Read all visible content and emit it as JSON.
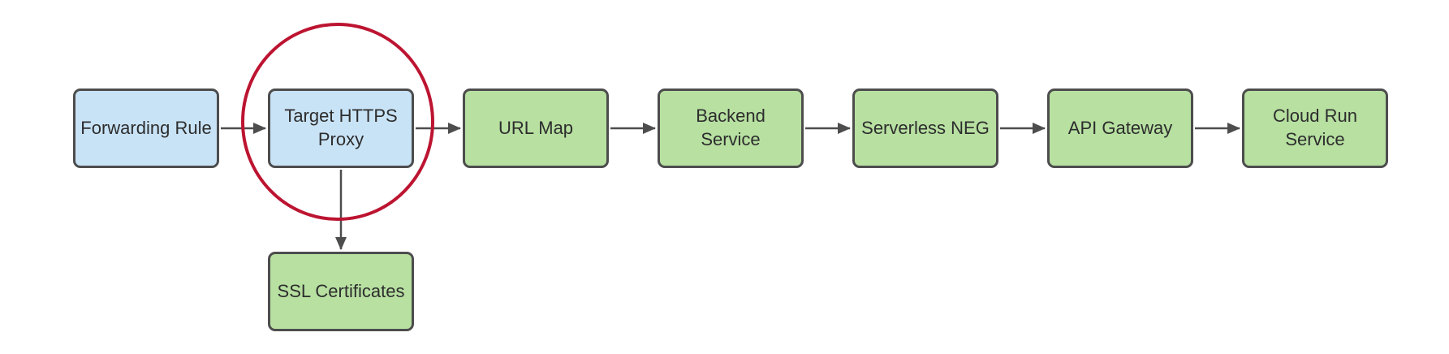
{
  "diagram": {
    "type": "flowchart",
    "background": "#ffffff",
    "colors": {
      "blue_node_fill": "#c9e3f6",
      "green_node_fill": "#b7e0a1",
      "node_border": "#4d4d4d",
      "arrow": "#4d4d4d",
      "label_text": "#2d2d2d",
      "highlight_circle": "#bc1431"
    },
    "nodes": [
      {
        "id": "forwarding-rule",
        "label": "Forwarding Rule",
        "fill": "blue"
      },
      {
        "id": "target-https-proxy",
        "label": "Target HTTPS\nProxy",
        "fill": "blue",
        "highlighted": true
      },
      {
        "id": "url-map",
        "label": "URL Map",
        "fill": "green"
      },
      {
        "id": "backend-service",
        "label": "Backend Service",
        "fill": "green"
      },
      {
        "id": "serverless-neg",
        "label": "Serverless NEG",
        "fill": "green"
      },
      {
        "id": "api-gateway",
        "label": "API Gateway",
        "fill": "green"
      },
      {
        "id": "cloud-run-service",
        "label": "Cloud Run\nService",
        "fill": "green"
      },
      {
        "id": "ssl-certificates",
        "label": "SSL Certificates",
        "fill": "green"
      }
    ],
    "edges": [
      {
        "from": "forwarding-rule",
        "to": "target-https-proxy"
      },
      {
        "from": "target-https-proxy",
        "to": "url-map"
      },
      {
        "from": "url-map",
        "to": "backend-service"
      },
      {
        "from": "backend-service",
        "to": "serverless-neg"
      },
      {
        "from": "serverless-neg",
        "to": "api-gateway"
      },
      {
        "from": "api-gateway",
        "to": "cloud-run-service"
      },
      {
        "from": "target-https-proxy",
        "to": "ssl-certificates"
      }
    ],
    "annotation": {
      "shape": "ellipse",
      "around": "target-https-proxy",
      "color": "#bc1431"
    }
  }
}
